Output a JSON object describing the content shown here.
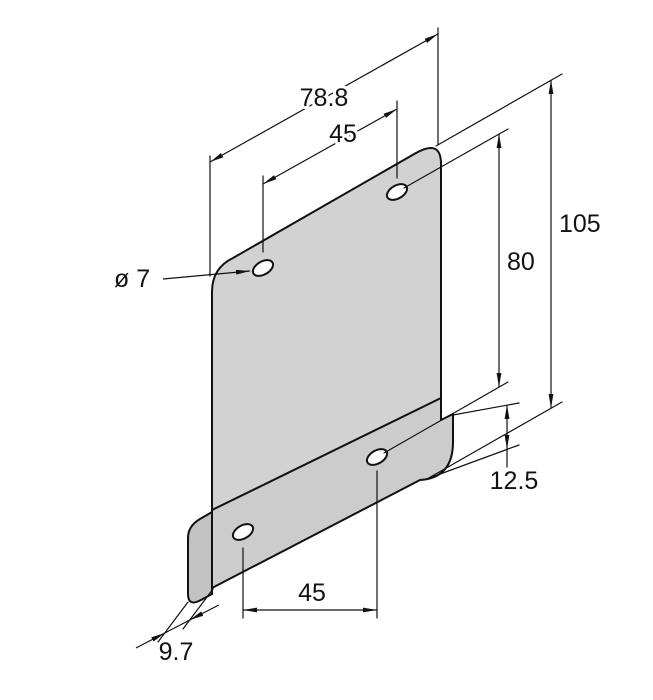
{
  "drawing": {
    "labels": {
      "top_width": "78.8",
      "top_hole_spacing": "45",
      "overall_height": "105",
      "hole_row_offset": "80",
      "hole_diameter": "ø 7",
      "tab_offset": "12.5",
      "bottom_hole_spacing": "45",
      "thickness": "9.7"
    },
    "colors": {
      "line": "#111111",
      "plate_fill": "#d2d2d2",
      "tab_fill": "#cccccc",
      "edge_fill": "#c2c2c2",
      "hole_fill": "#ffffff",
      "background": "#ffffff"
    }
  }
}
